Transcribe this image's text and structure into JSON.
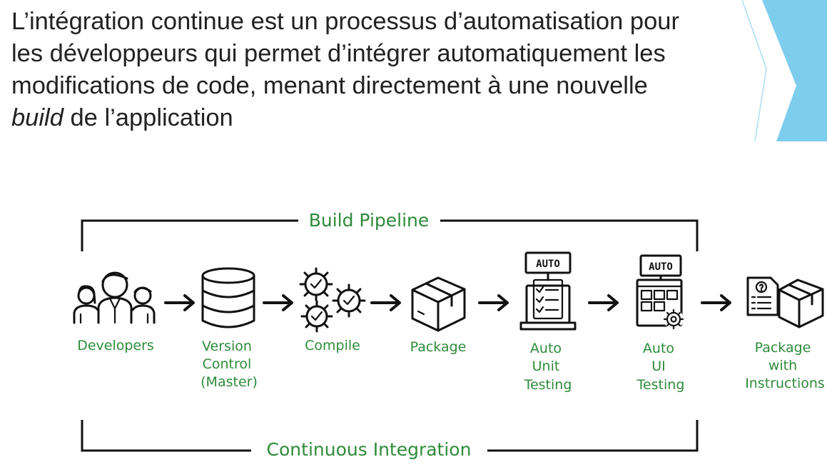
{
  "intro": {
    "line1": "L’intégration continue est un processus d’automatisation pour",
    "line2": "les développeurs qui permet d’intégrer automatiquement les",
    "line3": "modifications de code, menant directement à une nouvelle",
    "line4_italic": "build",
    "line4_rest": " de l’application"
  },
  "diagram": {
    "top_frame_label": "Build Pipeline",
    "bottom_frame_label": "Continuous Integration",
    "steps": [
      {
        "icon": "developers-icon",
        "lines": [
          "Developers"
        ]
      },
      {
        "icon": "database-icon",
        "lines": [
          "Version",
          "Control",
          "(Master)"
        ]
      },
      {
        "icon": "gears-icon",
        "lines": [
          "Compile"
        ]
      },
      {
        "icon": "package-box-icon",
        "lines": [
          "Package"
        ]
      },
      {
        "icon": "auto-unit-test-icon",
        "badge": "AUTO",
        "lines": [
          "Auto",
          "Unit",
          "Testing"
        ]
      },
      {
        "icon": "auto-ui-test-icon",
        "badge": "AUTO",
        "lines": [
          "Auto",
          "UI",
          "Testing"
        ]
      },
      {
        "icon": "package-instructions-icon",
        "lines": [
          "Package",
          "with",
          "Instructions"
        ]
      }
    ]
  },
  "colors": {
    "label_green": "#2e8b3a",
    "deco_blue": "#7dcdec",
    "text": "#222222",
    "line": "#111111"
  }
}
